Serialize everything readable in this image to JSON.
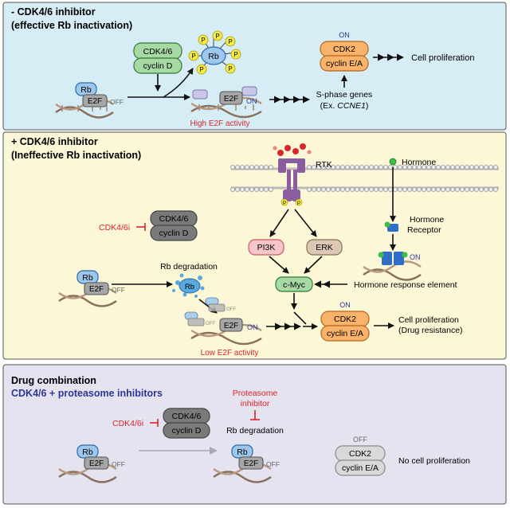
{
  "colors": {
    "panel1": "#d6edf6",
    "panel2": "#fbf7d7",
    "panel3": "#e4e3ef",
    "red": "#d8262a",
    "blue": "#2e3694",
    "green_fill": "#a7d9a5",
    "orange_fill": "#f9b36a",
    "gray_fill": "#9e9e9e",
    "light_gray_fill": "#d9d9d9",
    "rb_blue": "#9dc7ec",
    "phospho_yellow": "#f4ea43",
    "rtk_purple": "#8a5da0"
  },
  "panel1": {
    "title_line1": "- CDK4/6 inhibitor",
    "title_line2": "(effective Rb inactivation)",
    "cdk46": "CDK4/6",
    "cyclin_d": "cyclin D",
    "rb": "Rb",
    "e2f": "E2F",
    "off": "OFF",
    "on": "ON",
    "rb_phos": "Rb",
    "phospho": "P",
    "high_e2f": "High E2F activity",
    "sphase_line1": "S-phase genes",
    "sphase_line2_prefix": "(Ex. ",
    "sphase_gene": "CCNE1",
    "sphase_line2_suffix": ")",
    "cdk2_on": "ON",
    "cdk2": "CDK2",
    "cyclin_ea": "cyclin E/A",
    "outcome": "Cell proliferation"
  },
  "panel2": {
    "title_line1": "+ CDK4/6 inhibitor",
    "title_line2": "(Ineffective Rb inactivation)",
    "rtk": "RTK",
    "phospho": "P",
    "hormone": "Hormone",
    "hormone_receptor_line1": "Hormone",
    "hormone_receptor_line2": "Receptor",
    "receptor_on": "ON",
    "inhibitor": "CDK4/6i",
    "cdk46": "CDK4/6",
    "cyclin_d": "cyclin D",
    "pi3k": "PI3K",
    "erk": "ERK",
    "rb_degradation": "Rb degradation",
    "rb": "Rb",
    "e2f": "E2F",
    "off": "OFF",
    "on": "ON",
    "cmyc": "c-Myc",
    "hre": "Hormone response element",
    "low_e2f": "Low E2F activity",
    "cdk2_on": "ON",
    "cdk2": "CDK2",
    "cyclin_ea": "cyclin E/A",
    "outcome_line1": "Cell proliferation",
    "outcome_line2": "(Drug resistance)"
  },
  "panel3": {
    "title_line1": "Drug combination",
    "title_line2": "CDK4/6 + proteasome inhibitors",
    "inhibitor": "CDK4/6i",
    "cdk46": "CDK4/6",
    "cyclin_d": "cyclin D",
    "proteasome_line1": "Proteasome",
    "proteasome_line2": "inhibitor",
    "rb_degradation": "Rb degradation",
    "rb": "Rb",
    "e2f": "E2F",
    "off": "OFF",
    "cdk2_off": "OFF",
    "cdk2": "CDK2",
    "cyclin_ea": "cyclin E/A",
    "outcome": "No cell proliferation"
  }
}
